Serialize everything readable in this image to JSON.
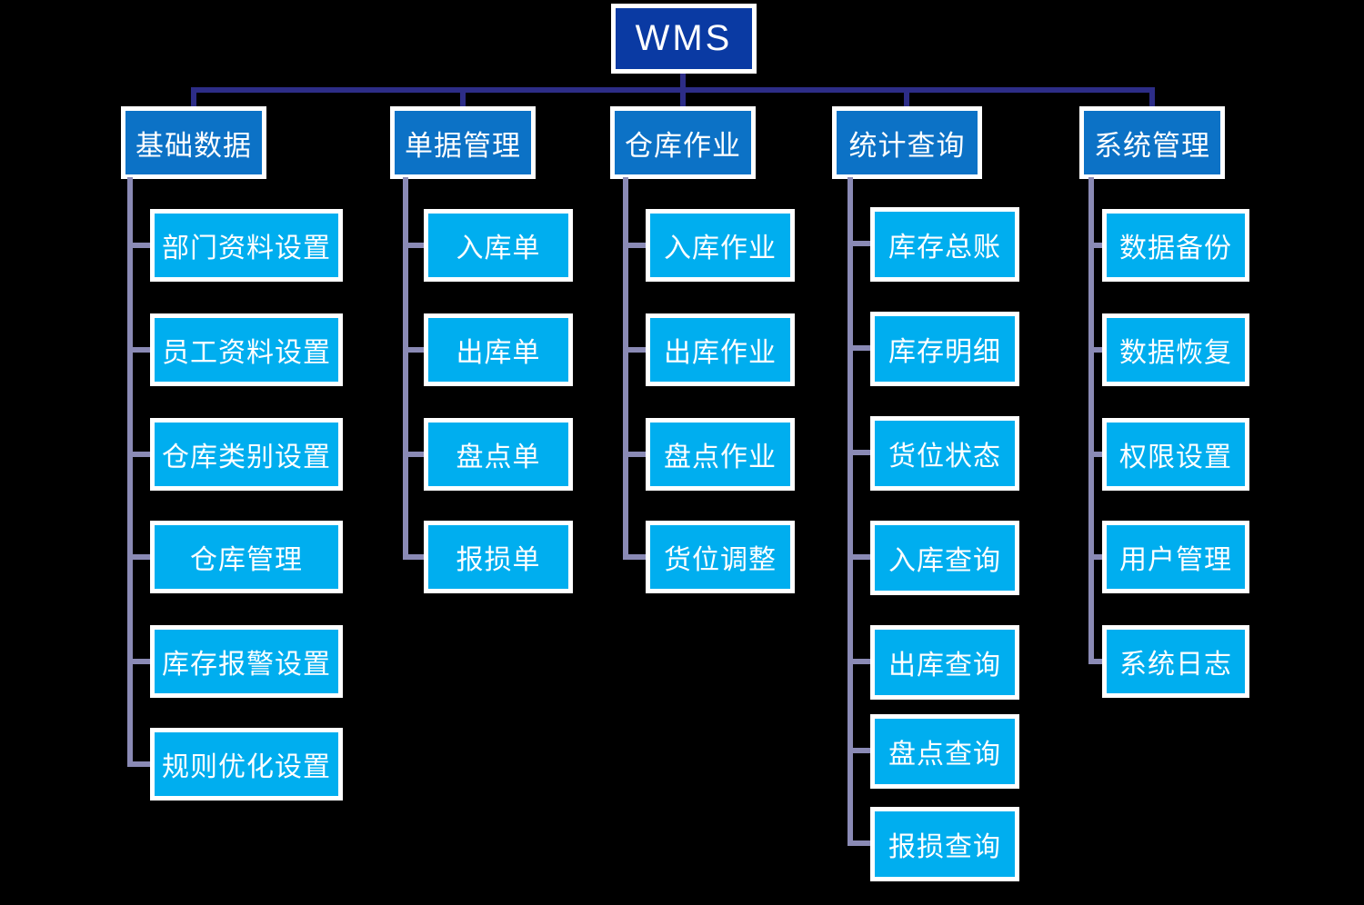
{
  "tree": {
    "root": {
      "label": "WMS"
    },
    "columns": [
      {
        "header": "基础数据",
        "children": [
          "部门资料设置",
          "员工资料设置",
          "仓库类别设置",
          "仓库管理",
          "库存报警设置",
          "规则优化设置"
        ]
      },
      {
        "header": "单据管理",
        "children": [
          "入库单",
          "出库单",
          "盘点单",
          "报损单"
        ]
      },
      {
        "header": "仓库作业",
        "children": [
          "入库作业",
          "出库作业",
          "盘点作业",
          "货位调整"
        ]
      },
      {
        "header": "统计查询",
        "children": [
          "库存总账",
          "库存明细",
          "货位状态",
          "入库查询",
          "出库查询",
          "盘点查询",
          "报损查询"
        ]
      },
      {
        "header": "系统管理",
        "children": [
          "数据备份",
          "数据恢复",
          "权限设置",
          "用户管理",
          "系统日志"
        ]
      }
    ],
    "colors": {
      "background": "#000000",
      "text": "#ffffff",
      "root_bg": "#0a3aa3",
      "header_bg": "#0c72c6",
      "child_bg": "#00aeef",
      "bus_line": "#2d2d87",
      "branch_line": "#8a8ab5"
    }
  }
}
